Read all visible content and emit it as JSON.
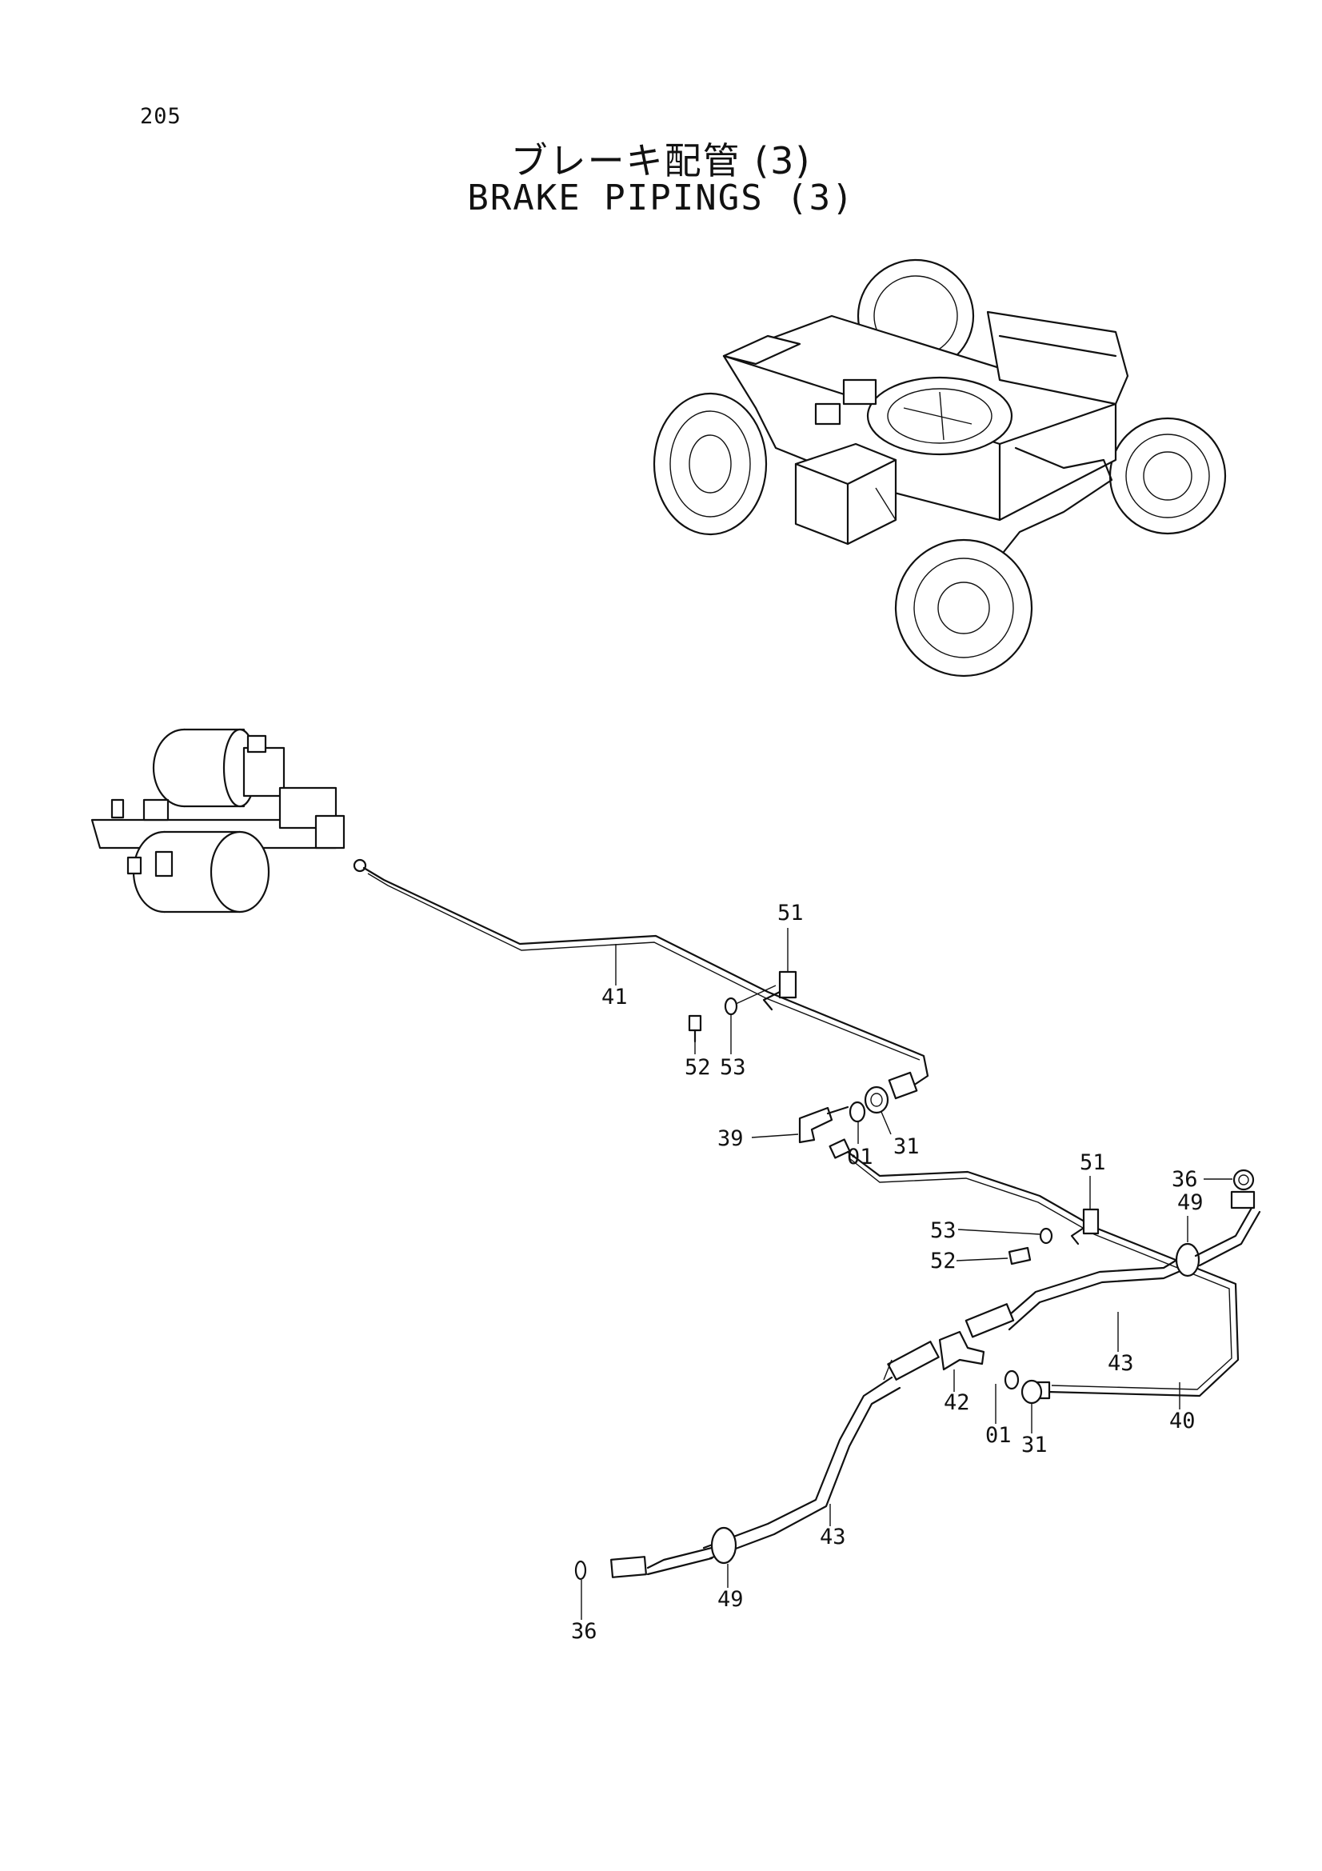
{
  "page": {
    "number": "205"
  },
  "title": {
    "japanese": "ブレーキ配管 (3)",
    "english": "BRAKE PIPINGS (3)"
  },
  "callouts": [
    "51",
    "41",
    "52",
    "53",
    "39",
    "01",
    "31",
    "51",
    "36",
    "49",
    "53",
    "52",
    "43",
    "42",
    "01",
    "31",
    "40",
    "43",
    "49",
    "36"
  ]
}
